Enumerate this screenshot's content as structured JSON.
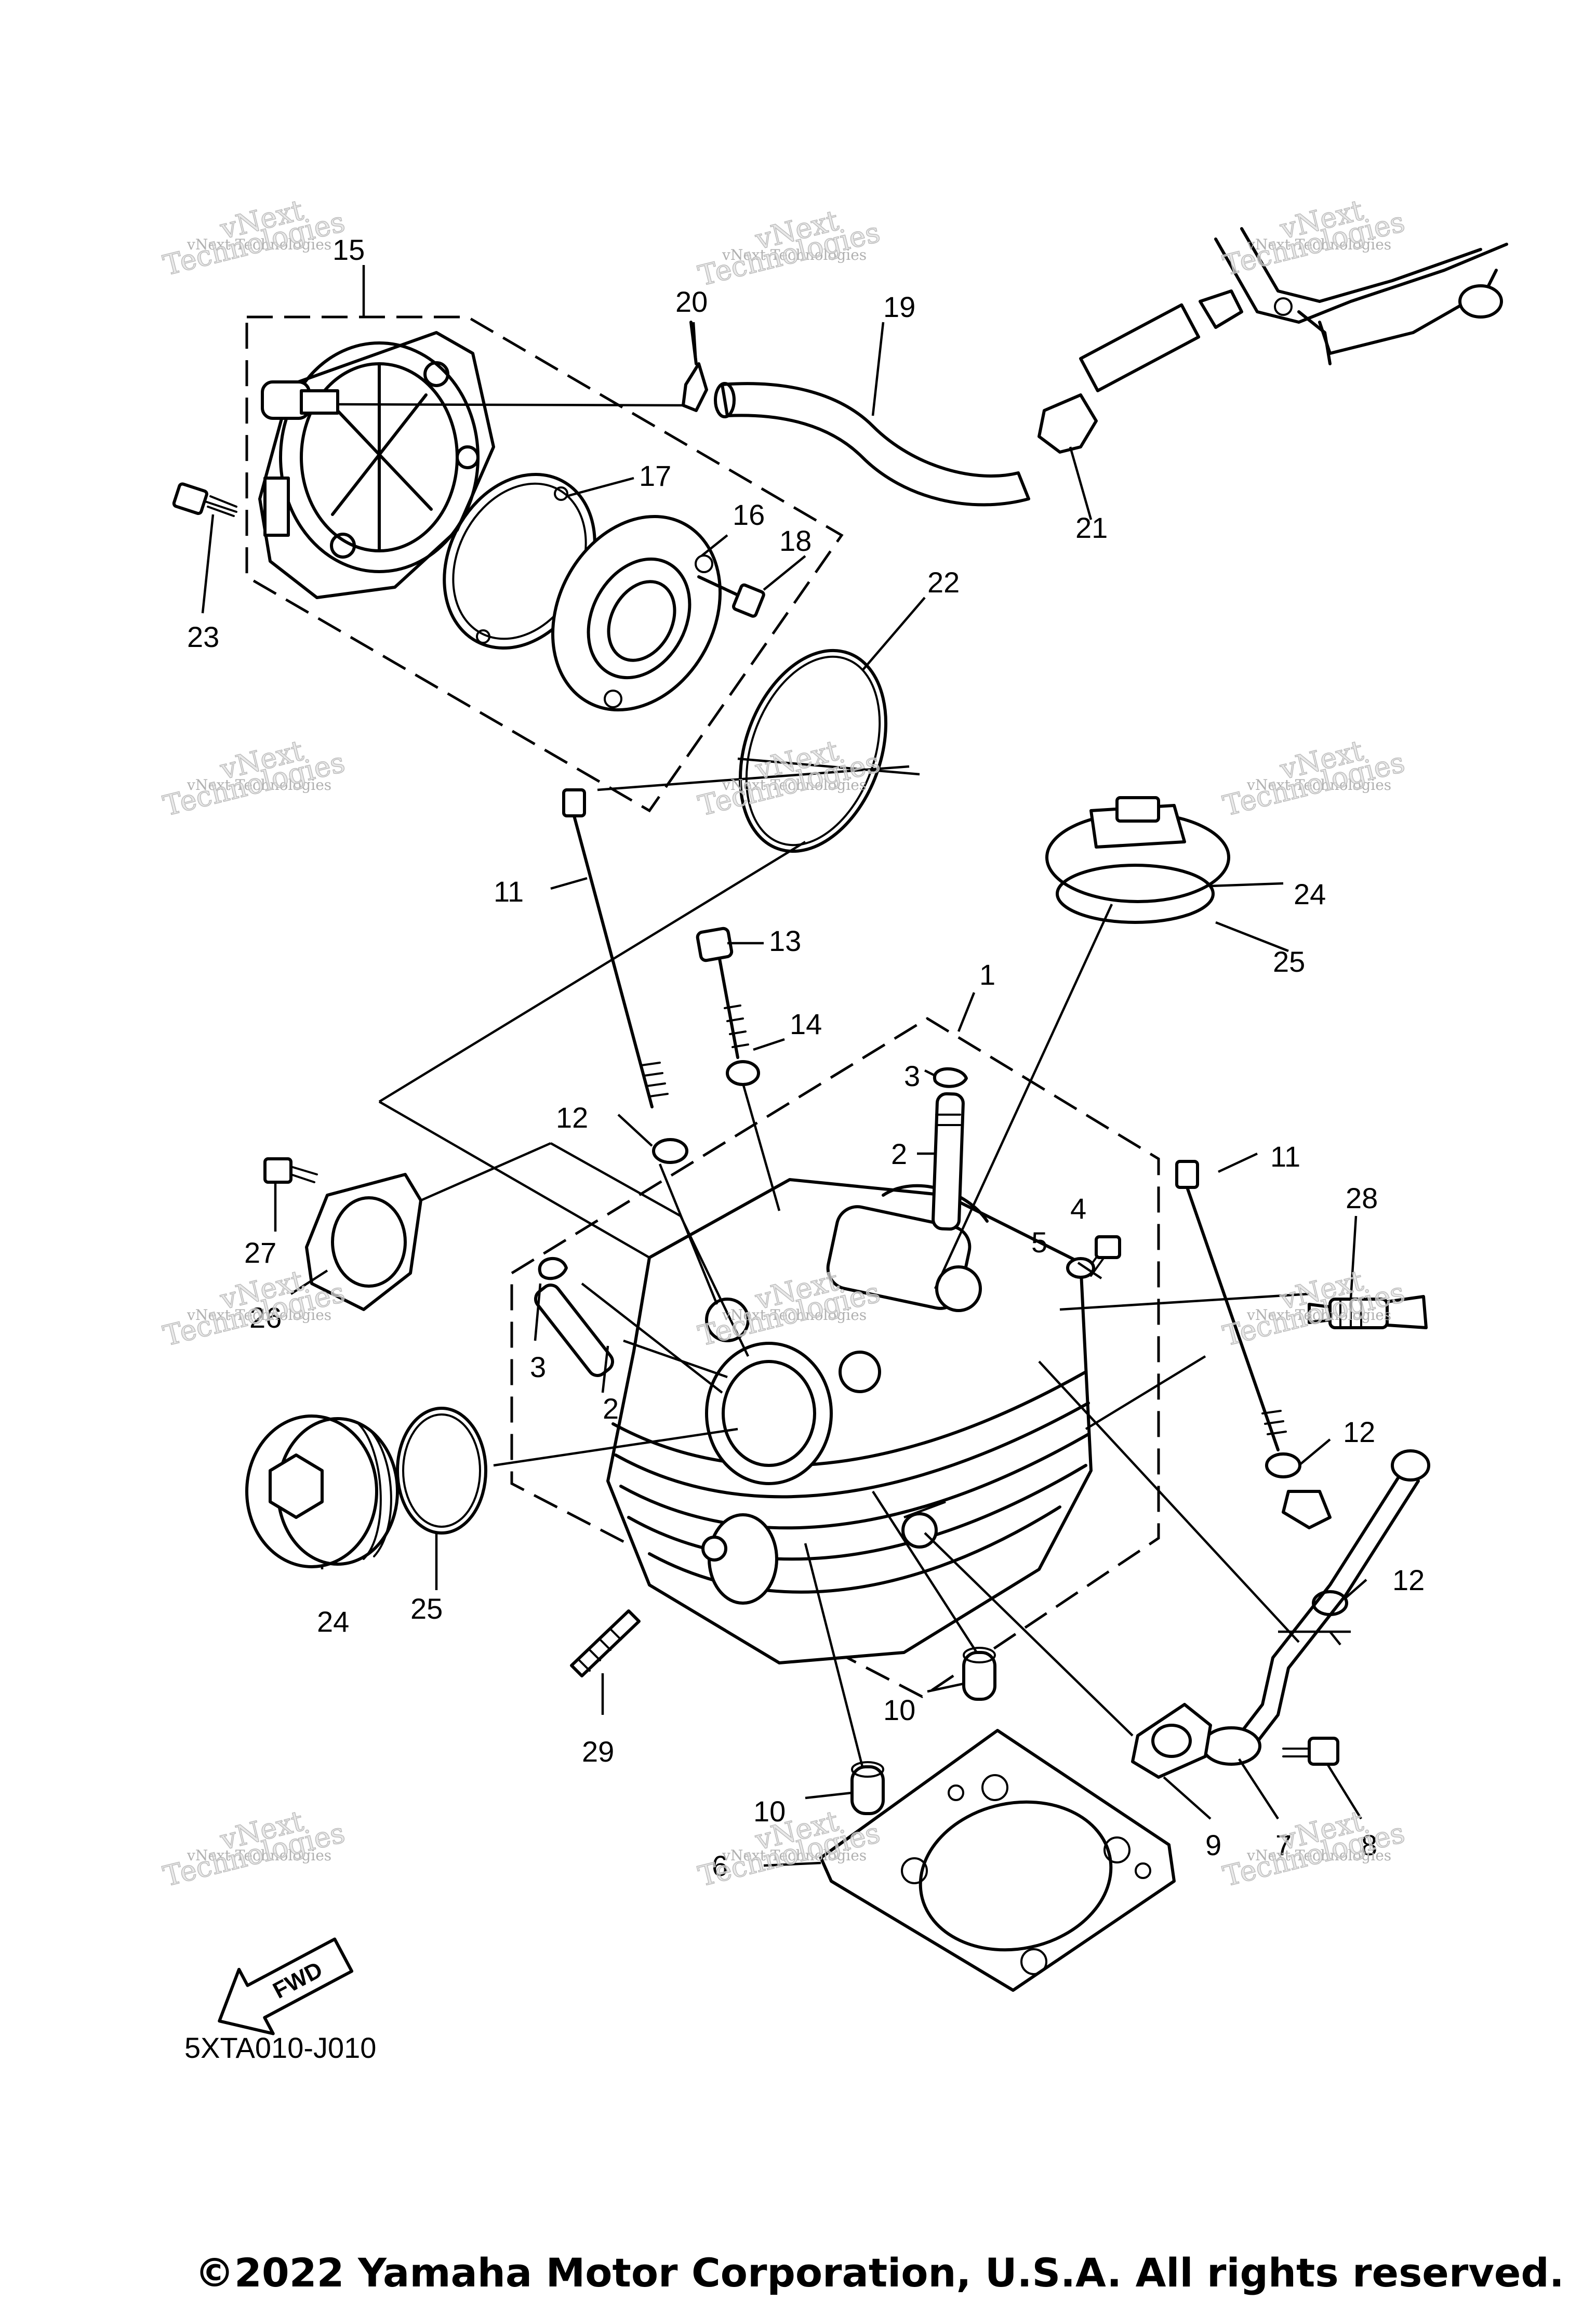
{
  "diagram_code": "5XTA010-J010",
  "copyright": "©2022 Yamaha Motor Corporation, U.S.A. All rights reserved.",
  "watermark": {
    "line1": "vNext Technologies",
    "line2": "vNext",
    "line3": "Technologies"
  },
  "fwd_label": "FWD",
  "callouts": [
    "15",
    "20",
    "19",
    "17",
    "16",
    "18",
    "21",
    "22",
    "23",
    "11",
    "13",
    "14",
    "1",
    "24",
    "25",
    "3",
    "12",
    "2",
    "4",
    "5",
    "11",
    "28",
    "27",
    "26",
    "3",
    "2",
    "12",
    "24",
    "25",
    "12",
    "10",
    "29",
    "10",
    "9",
    "7",
    "8",
    "6"
  ]
}
